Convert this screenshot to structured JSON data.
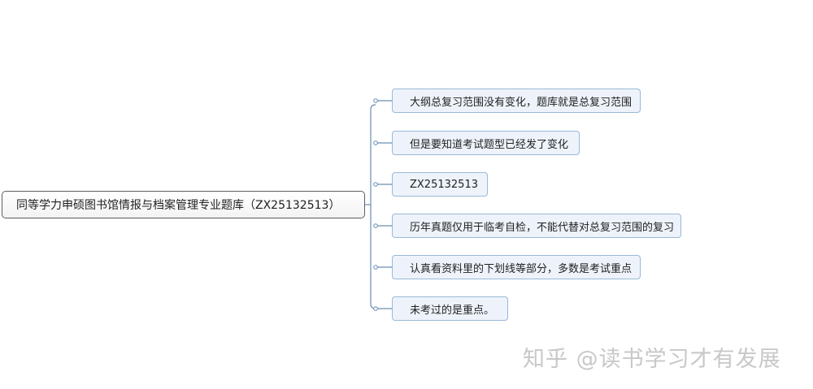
{
  "mindmap": {
    "root": {
      "label": "同等学力申硕图书馆情报与档案管理专业题库（ZX25132513）"
    },
    "children": [
      {
        "label": "大纲总复习范围没有变化，题库就是总复习范围"
      },
      {
        "label": "但是要知道考试题型已经发了变化"
      },
      {
        "label": "ZX25132513"
      },
      {
        "label": "历年真题仅用于临考自检，不能代替对总复习范围的复习"
      },
      {
        "label": "认真看资料里的下划线等部分，多数是考试重点"
      },
      {
        "label": "未考过的是重点。"
      }
    ],
    "colors": {
      "connector": "#6a8db3",
      "child_border": "#9ab8d6",
      "child_fill": "#eef3fb",
      "root_border": "#5f5f5f"
    }
  },
  "watermark": {
    "text": "知乎 @读书学习才有发展"
  }
}
